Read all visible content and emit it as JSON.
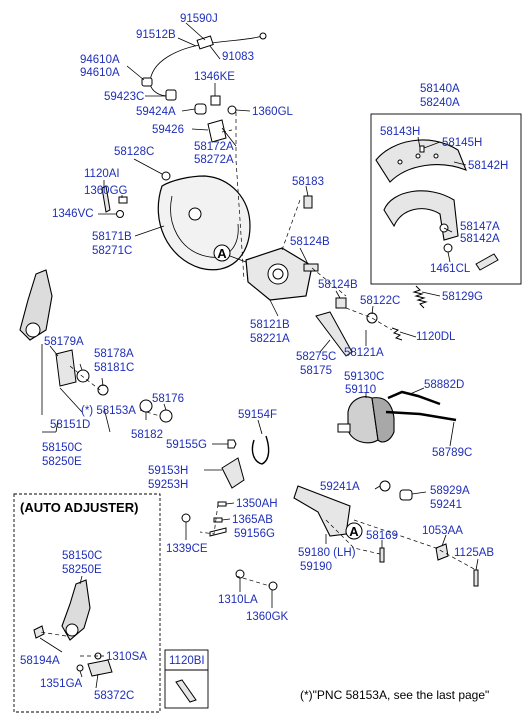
{
  "labels": {
    "p91590j": "91590J",
    "p91512b": "91512B",
    "p91083": "91083",
    "p94610a_1": "94610A",
    "p94610a_2": "94610A",
    "p1346ke": "1346KE",
    "p59423c": "59423C",
    "p59424a": "59424A",
    "p1360gl": "1360GL",
    "p59426": "59426",
    "p58172a": "58172A",
    "p58272a": "58272A",
    "p58128c": "58128C",
    "p1120ai": "1120AI",
    "p1360gg": "1360GG",
    "p1346vc": "1346VC",
    "p58171b": "58171B",
    "p58271c": "58271C",
    "p58183": "58183",
    "p58124b_1": "58124B",
    "p58124b_2": "58124B",
    "p58140a": "58140A",
    "p58240a": "58240A",
    "p58143h": "58143H",
    "p58145h": "58145H",
    "p58142h": "58142H",
    "p58147a": "58147A",
    "p58142a": "58142A",
    "p1461cl": "1461CL",
    "p58122c": "58122C",
    "p58129g": "58129G",
    "p58121b": "58121B",
    "p58221a": "58221A",
    "p58275c": "58275C",
    "p58175": "58175",
    "p58121a": "58121A",
    "p1120dl": "1120DL",
    "p58179a": "58179A",
    "p58178a": "58178A",
    "p58181c": "58181C",
    "p58176": "58176",
    "p58153a": "(*) 58153A",
    "p58151d": "58151D",
    "p58182": "58182",
    "p58150c": "58150C",
    "p58250e": "58250E",
    "p59130c": "59130C",
    "p59110": "59110",
    "p58882d": "58882D",
    "p58789c": "58789C",
    "p59154f": "59154F",
    "p59155g": "59155G",
    "p59153h": "59153H",
    "p59253h": "59253H",
    "p1350ah": "1350AH",
    "p1365ab": "1365AB",
    "p59156g": "59156G",
    "p1339ce": "1339CE",
    "p59241a": "59241A",
    "p58929a": "58929A",
    "p59241": "59241",
    "p1053aa": "1053AA",
    "p1125ab": "1125AB",
    "p58169": "58169",
    "p59180": "59180 (LH)",
    "p59190": "59190",
    "p1310la": "1310LA",
    "p1360gk": "1360GK",
    "aa_58150c": "58150C",
    "aa_58250e": "58250E",
    "aa_58194a": "58194A",
    "aa_1310sa": "1310SA",
    "aa_1351ga": "1351GA",
    "aa_58372c": "58372C",
    "p1120bi": "1120BI"
  },
  "markers": {
    "view_a_1": "A",
    "view_a_2": "A"
  },
  "auto_adjuster_title": "(AUTO ADJUSTER)",
  "footnote": "(*)\"PNC 58153A, see the last page\""
}
